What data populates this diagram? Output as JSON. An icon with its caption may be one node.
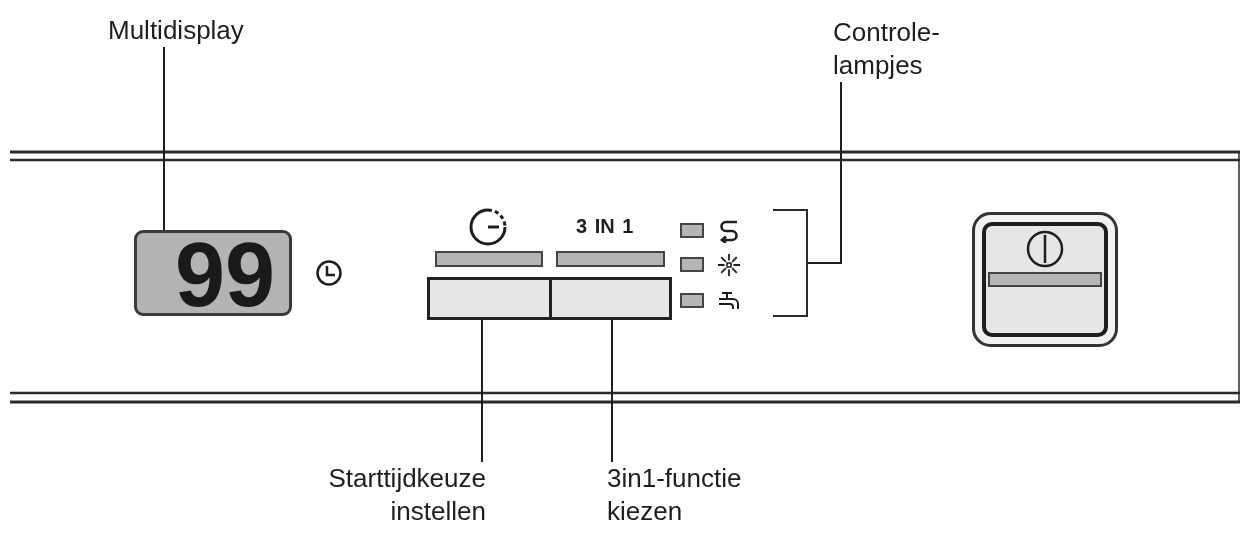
{
  "diagram": {
    "nodes": [
      {
        "text": [
          "Multidisplay"
        ]
      },
      {
        "text": [
          "Controle- lampjes"
        ]
      },
      {
        "text": [
          "99"
        ]
      },
      {
        "text": [],
        "shape": "box"
      },
      {
        "text": [],
        "shape": "box"
      },
      {
        "text": [],
        "shape": "bracket"
      },
      {
        "text": [
          "Starttijdkeuze instellen"
        ]
      },
      {
        "text": [
          "3in1-functie kiezen"
        ]
      }
    ],
    "edges": [
      {
        "from": 0,
        "to": 2,
        "arrow": "none"
      },
      {
        "from": 1,
        "to": 5,
        "arrow": "none"
      },
      {
        "from": 6,
        "to": 3,
        "arrow": "none"
      },
      {
        "from": 7,
        "to": 4,
        "arrow": "none"
      }
    ],
    "labels": [
      "3 IN 1"
    ]
  }
}
